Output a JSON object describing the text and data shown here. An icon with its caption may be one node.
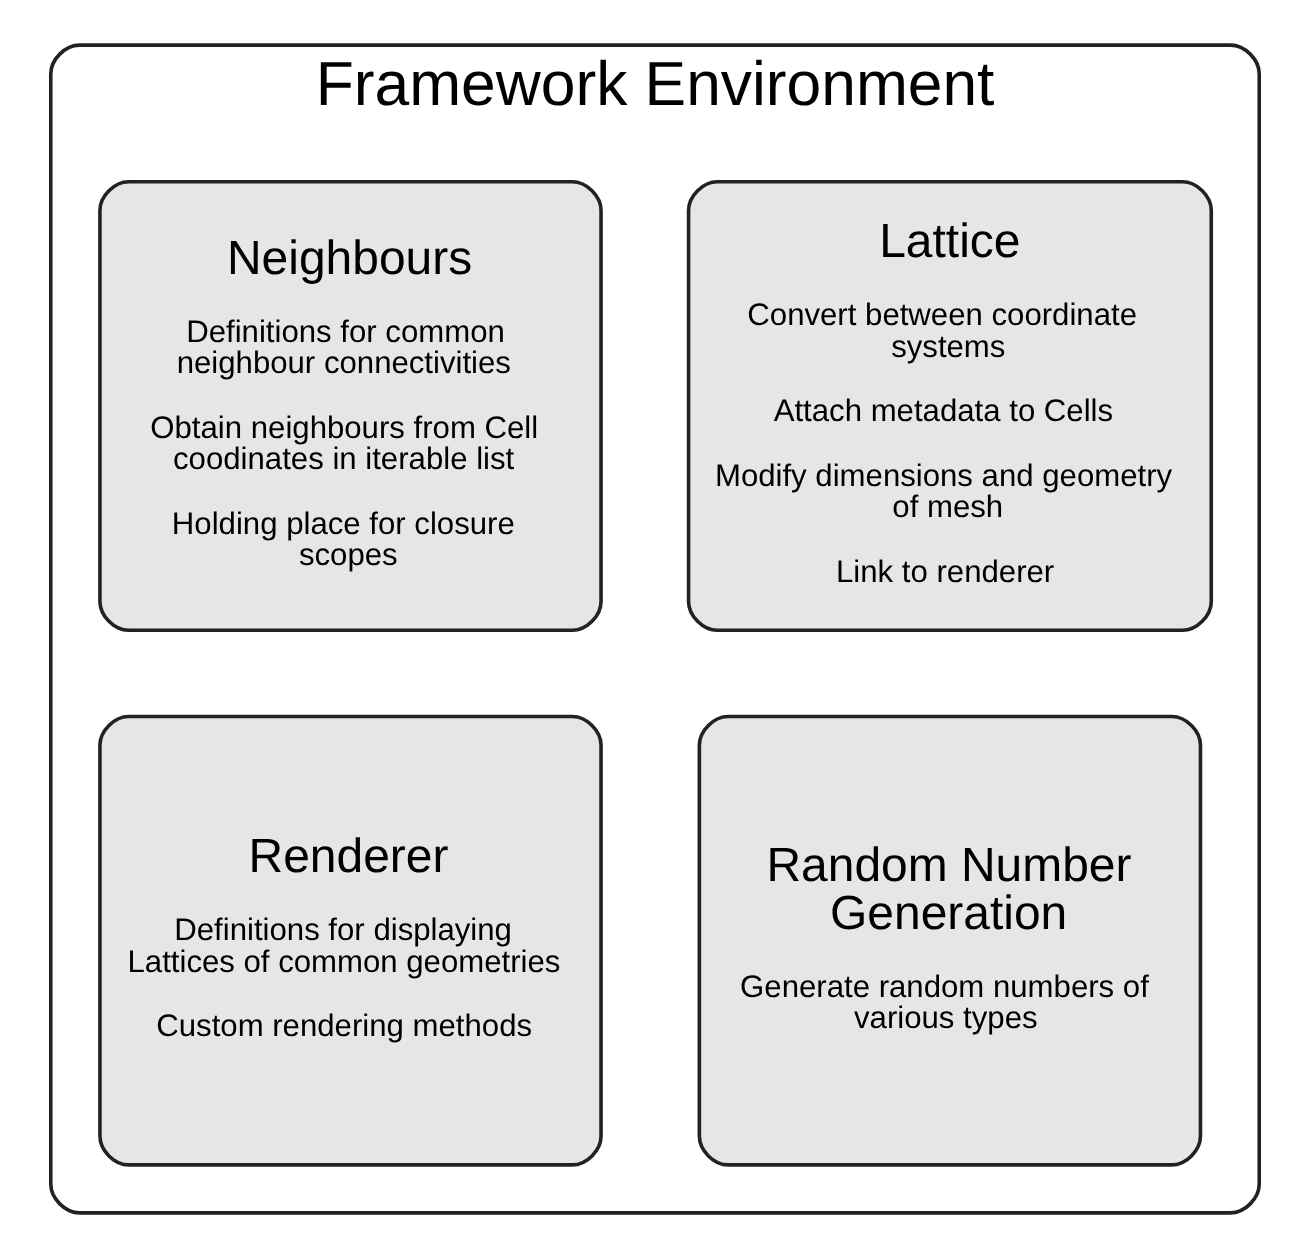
{
  "diagram": {
    "nodes": [
      {
        "text": [
          "Framework Environment"
        ]
      },
      {
        "text": [
          "Lattice",
          "Convert between coordinate systems",
          "Attach metadata to Cells",
          "Modify dimensions and geometry of mesh",
          "Link to renderer"
        ],
        "in": 0
      },
      {
        "text": [
          "Neighbours",
          "Definitions for common neighbour connectivities",
          "Obtain neighbours from Cell coodinates in iterable list",
          "Holding place for closure scopes"
        ],
        "in": 0
      },
      {
        "text": [
          "Random Number Generation",
          "Generate random numbers of various types"
        ],
        "in": 0
      },
      {
        "text": [
          "Renderer",
          "Definitions for displaying Lattices of common geometries",
          "Custom rendering methods"
        ],
        "in": 0
      }
    ],
    "edges": []
  }
}
